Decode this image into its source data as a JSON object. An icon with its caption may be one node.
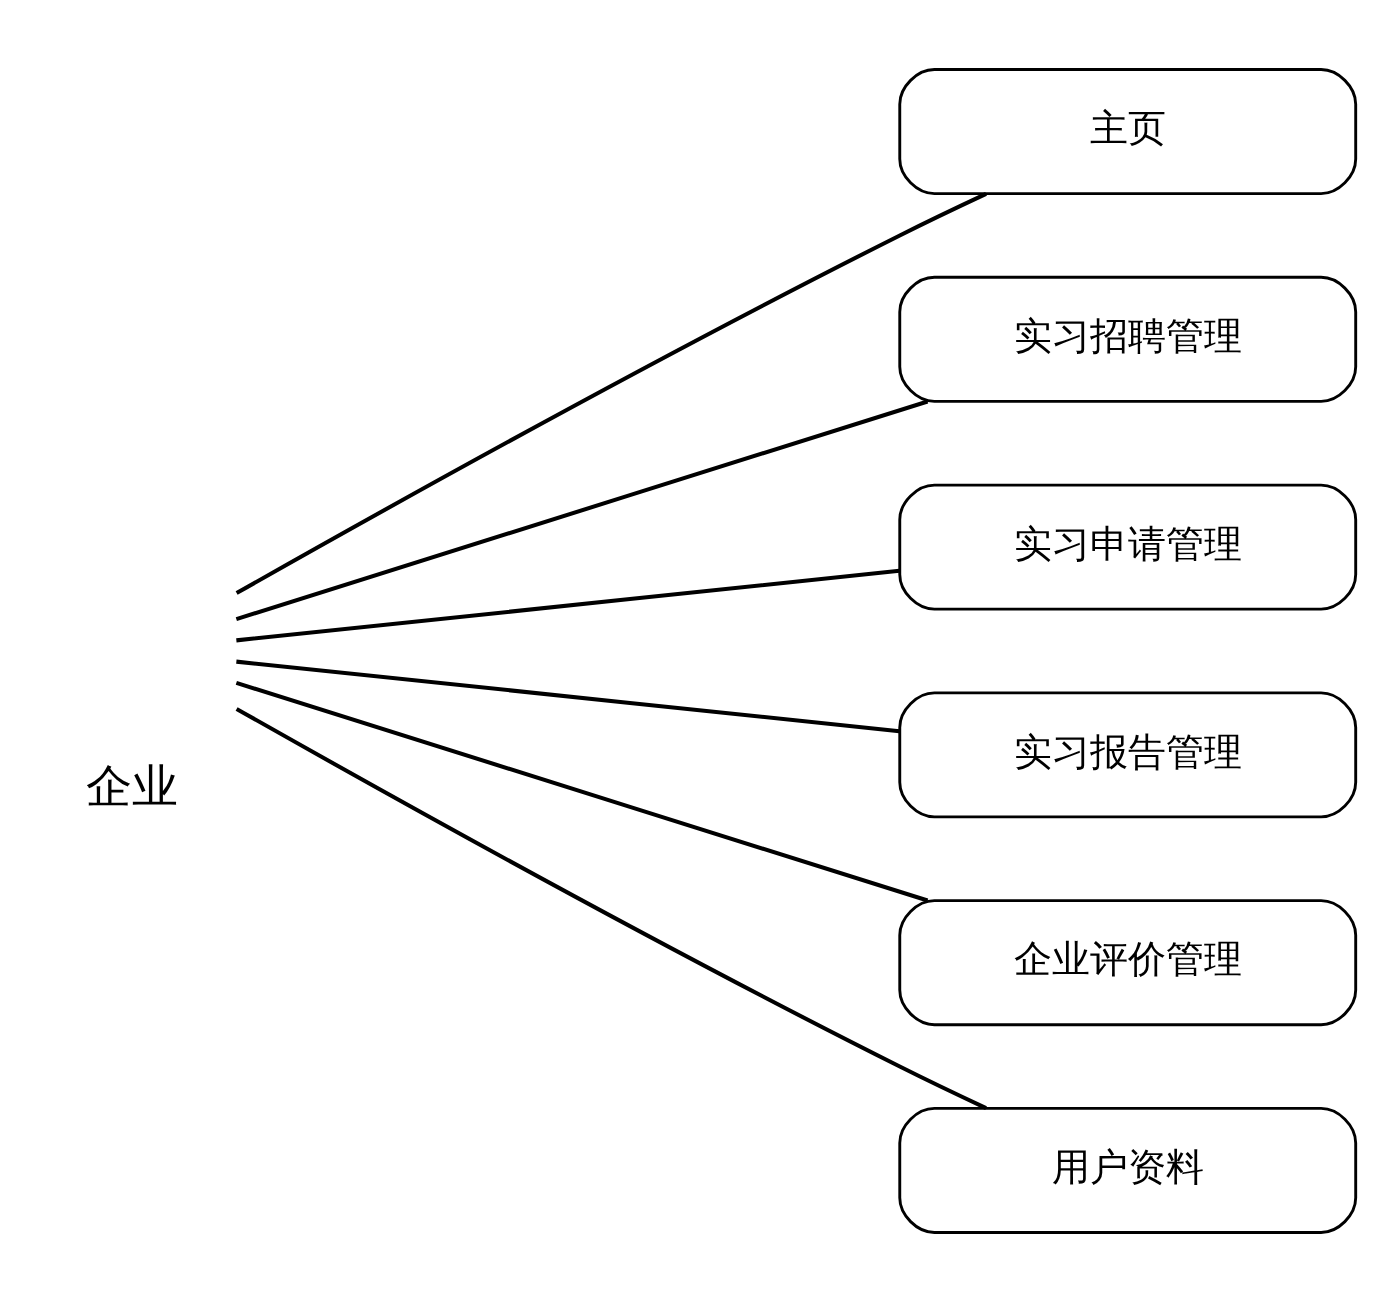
{
  "diagram": {
    "nodes": [
      {
        "text": [
          "企业"
        ]
      },
      {
        "text": [
          "主页"
        ]
      },
      {
        "text": [
          "实习招聘管理"
        ]
      },
      {
        "text": [
          "实习申请管理"
        ]
      },
      {
        "text": [
          "实习报告管理"
        ]
      },
      {
        "text": [
          "企业评价管理"
        ]
      },
      {
        "text": [
          "用户资料"
        ]
      }
    ],
    "edges": [
      {
        "from": 0,
        "to": 1,
        "arrow": "none"
      },
      {
        "from": 0,
        "to": 2,
        "arrow": "none"
      },
      {
        "from": 0,
        "to": 3,
        "arrow": "none"
      },
      {
        "from": 0,
        "to": 4,
        "arrow": "none"
      },
      {
        "from": 0,
        "to": 5,
        "arrow": "none"
      },
      {
        "from": 0,
        "to": 6,
        "arrow": "none"
      }
    ]
  }
}
